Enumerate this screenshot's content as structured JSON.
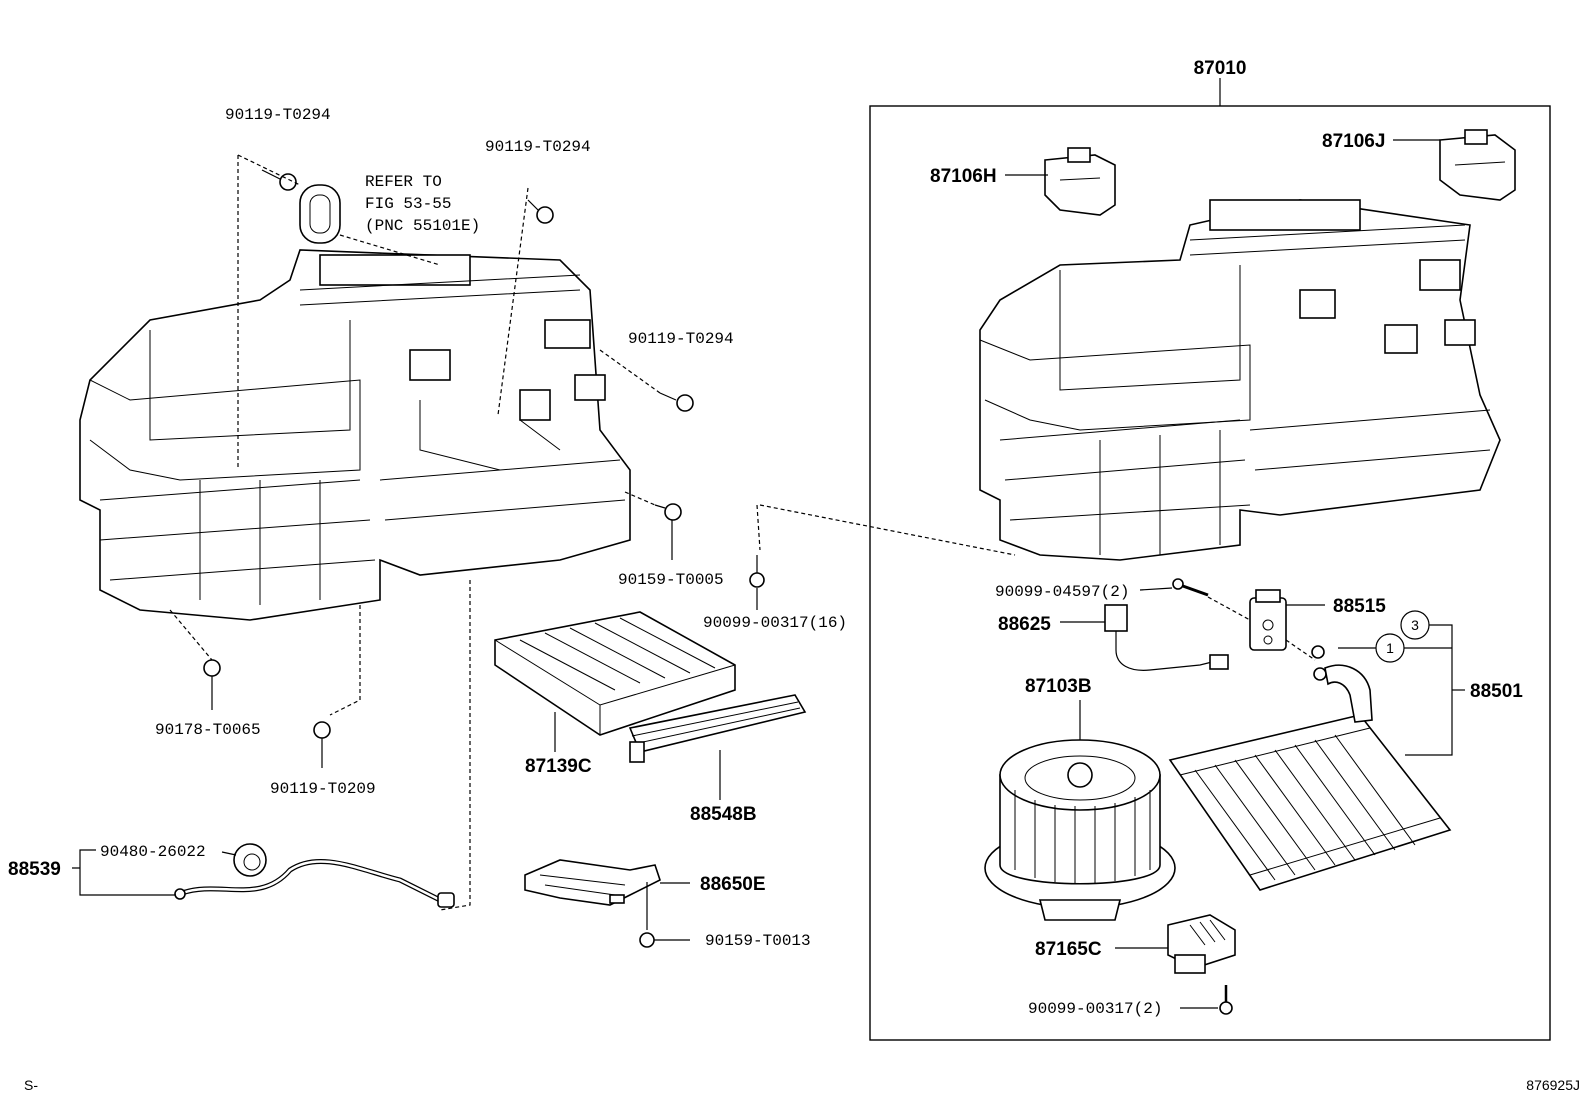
{
  "labels": {
    "p87010": "87010",
    "p90119_a": "90119-T0294",
    "p90119_b": "90119-T0294",
    "p90119_c": "90119-T0294",
    "refer_1": "REFER TO",
    "refer_2": "FIG 53-55",
    "refer_3": "(PNC 55101E)",
    "p90159_t0005": "90159-T0005",
    "p90099_00317_16": "90099-00317(16)",
    "p90178": "90178-T0065",
    "p90119_t0209": "90119-T0209",
    "p87139c": "87139C",
    "p88548b": "88548B",
    "p88539": "88539",
    "p90480": "90480-26022",
    "p88650e": "88650E",
    "p90159_t0013": "90159-T0013",
    "p87106h": "87106H",
    "p87106j": "87106J",
    "p90099_04597": "90099-04597(2)",
    "p88515": "88515",
    "p88625": "88625",
    "p88501": "88501",
    "p87103b": "87103B",
    "p87165c": "87165C",
    "p90099_00317_2": "90099-00317(2)",
    "circle_3": "3",
    "circle_1": "1",
    "footer_left": "S-",
    "footer_right": "876925J"
  },
  "colors": {
    "line": "#000000",
    "background": "#ffffff"
  }
}
